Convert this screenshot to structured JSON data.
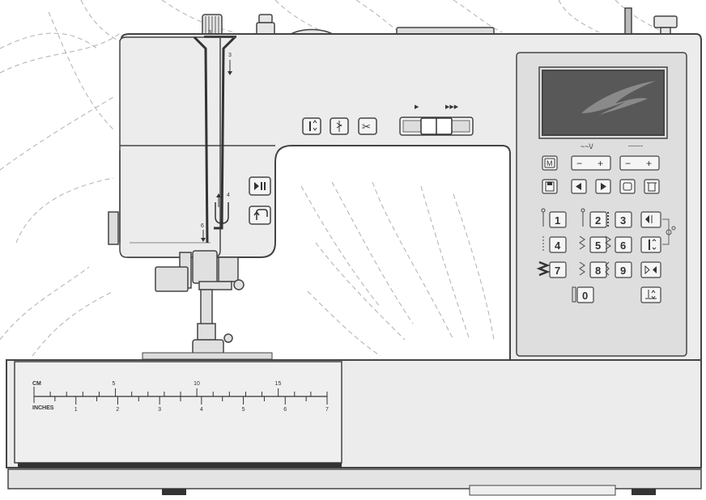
{
  "machine": {
    "dial_thread_path": {
      "top_mark": "3",
      "guide_mark_2": "3",
      "guide_mark_4": "4",
      "guide_mark_6": "6"
    },
    "dial_tension": {
      "mark": "4"
    },
    "speed_slider": {
      "min_icon": "▶",
      "max_icon": "▶▶▶"
    },
    "width_label": "~~\\/",
    "length_label": "------",
    "ruler": {
      "cm_label": "CM",
      "inches_label": "INCHES",
      "cm_marks": [
        "5",
        "10",
        "15"
      ],
      "inch_marks": [
        "1",
        "2",
        "3",
        "4",
        "5",
        "6",
        "7"
      ]
    },
    "keypad": {
      "memory": "M",
      "minus": "−",
      "plus": "+",
      "digits": [
        "1",
        "2",
        "3",
        "4",
        "5",
        "6",
        "7",
        "8",
        "9",
        "0"
      ]
    },
    "colors": {
      "body": "#e9e9e9",
      "panel": "#d9d9d9",
      "screen": "#585858",
      "outline": "#444444",
      "thread_dash": "#aaaaaa"
    }
  }
}
